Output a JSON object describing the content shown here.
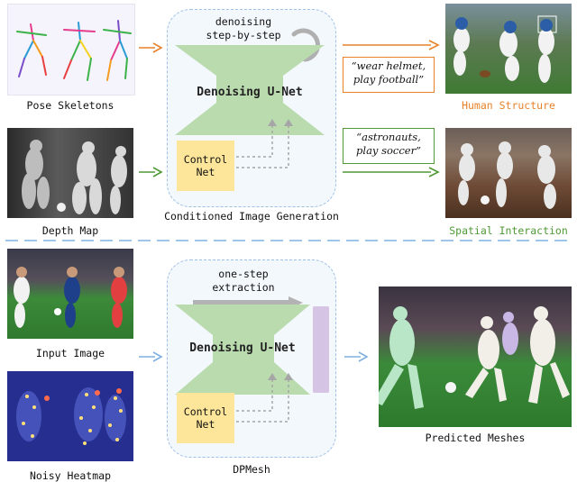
{
  "top": {
    "pose_label": "Pose Skeletons",
    "depth_label": "Depth Map",
    "panel_caption": "Conditioned Image Generation",
    "step_text_1": "denoising",
    "step_text_2": "step-by-step",
    "unet_label": "Denoising U-Net",
    "control_1": "Control",
    "control_2": "Net",
    "quote_1a": "“wear helmet,",
    "quote_1b": "play football”",
    "quote_2a": "“astronauts,",
    "quote_2b": "play soccer”",
    "out_1": "Human Structure",
    "out_2": "Spatial Interaction"
  },
  "bottom": {
    "input_label": "Input Image",
    "heatmap_label": "Noisy Heatmap",
    "panel_caption": "DPMesh",
    "step_text_1": "one-step",
    "step_text_2": "extraction",
    "unet_label": "Denoising U-Net",
    "control_1": "Control",
    "control_2": "Net",
    "out_label": "Predicted Meshes"
  },
  "colors": {
    "unet": "#b9dbae",
    "control": "#fde69a",
    "panel_border": "#9fc0e6",
    "orange": "#e8822a",
    "green": "#4e9a35",
    "blue_arrow": "#7fb0e0",
    "divider": "#9fc6ea",
    "extract_bar": "#d6c4e4"
  }
}
